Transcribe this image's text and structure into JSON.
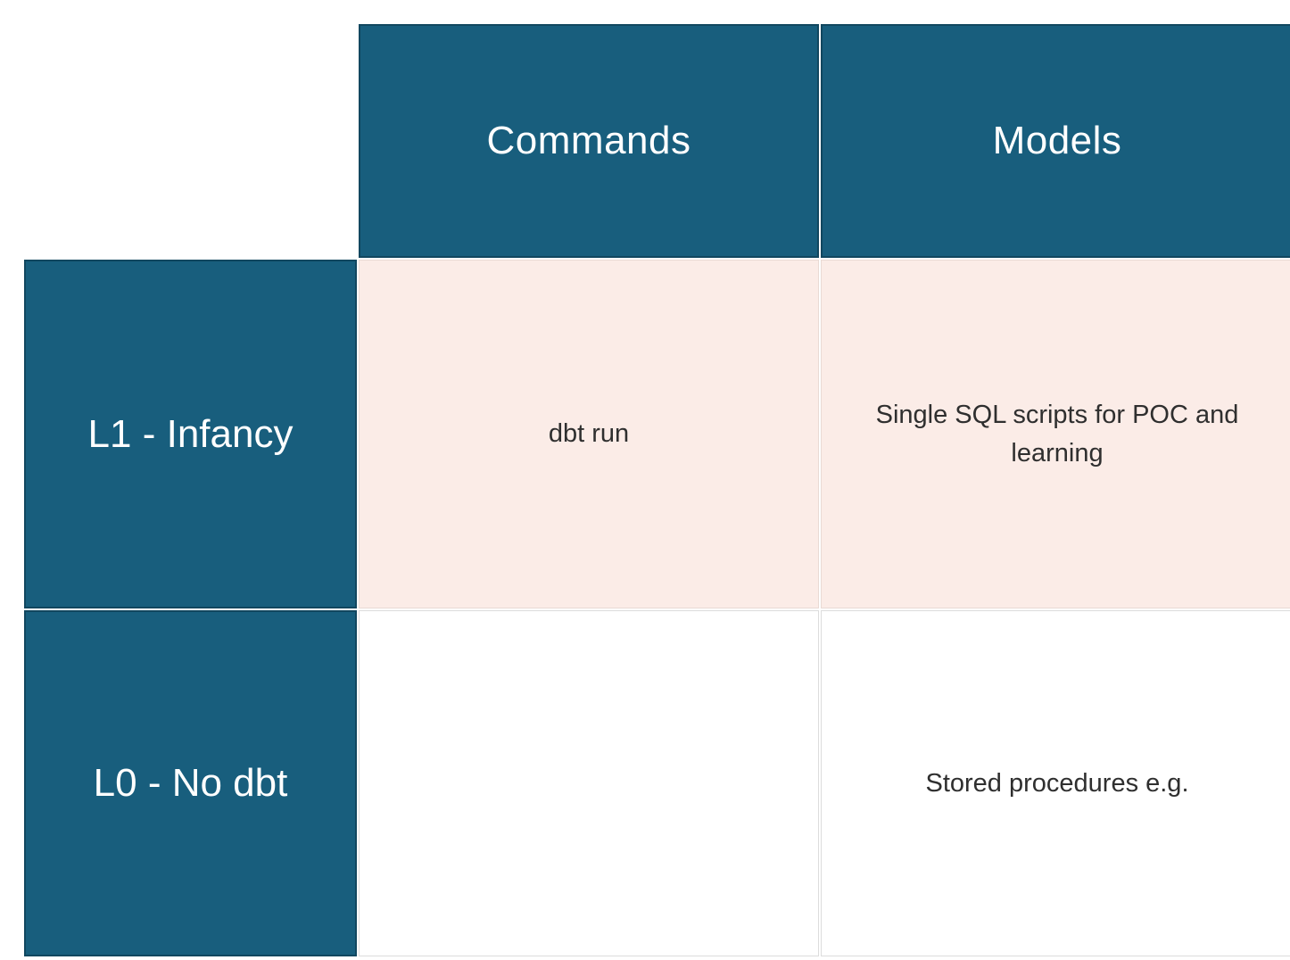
{
  "colors": {
    "header_bg": "#185e7d",
    "header_border": "#11475f",
    "header_text": "#ffffff",
    "highlight_bg": "#fbece7",
    "body_text": "#2f2f2f",
    "grid_line": "#dcdcdc"
  },
  "table": {
    "column_headers": [
      "Commands",
      "Models"
    ],
    "rows": [
      {
        "label": "L1 - Infancy",
        "highlighted": true,
        "cells": [
          "dbt run",
          "Single SQL scripts for POC and learning"
        ]
      },
      {
        "label": "L0 - No dbt",
        "highlighted": false,
        "cells": [
          "",
          "Stored procedures e.g."
        ]
      }
    ]
  }
}
